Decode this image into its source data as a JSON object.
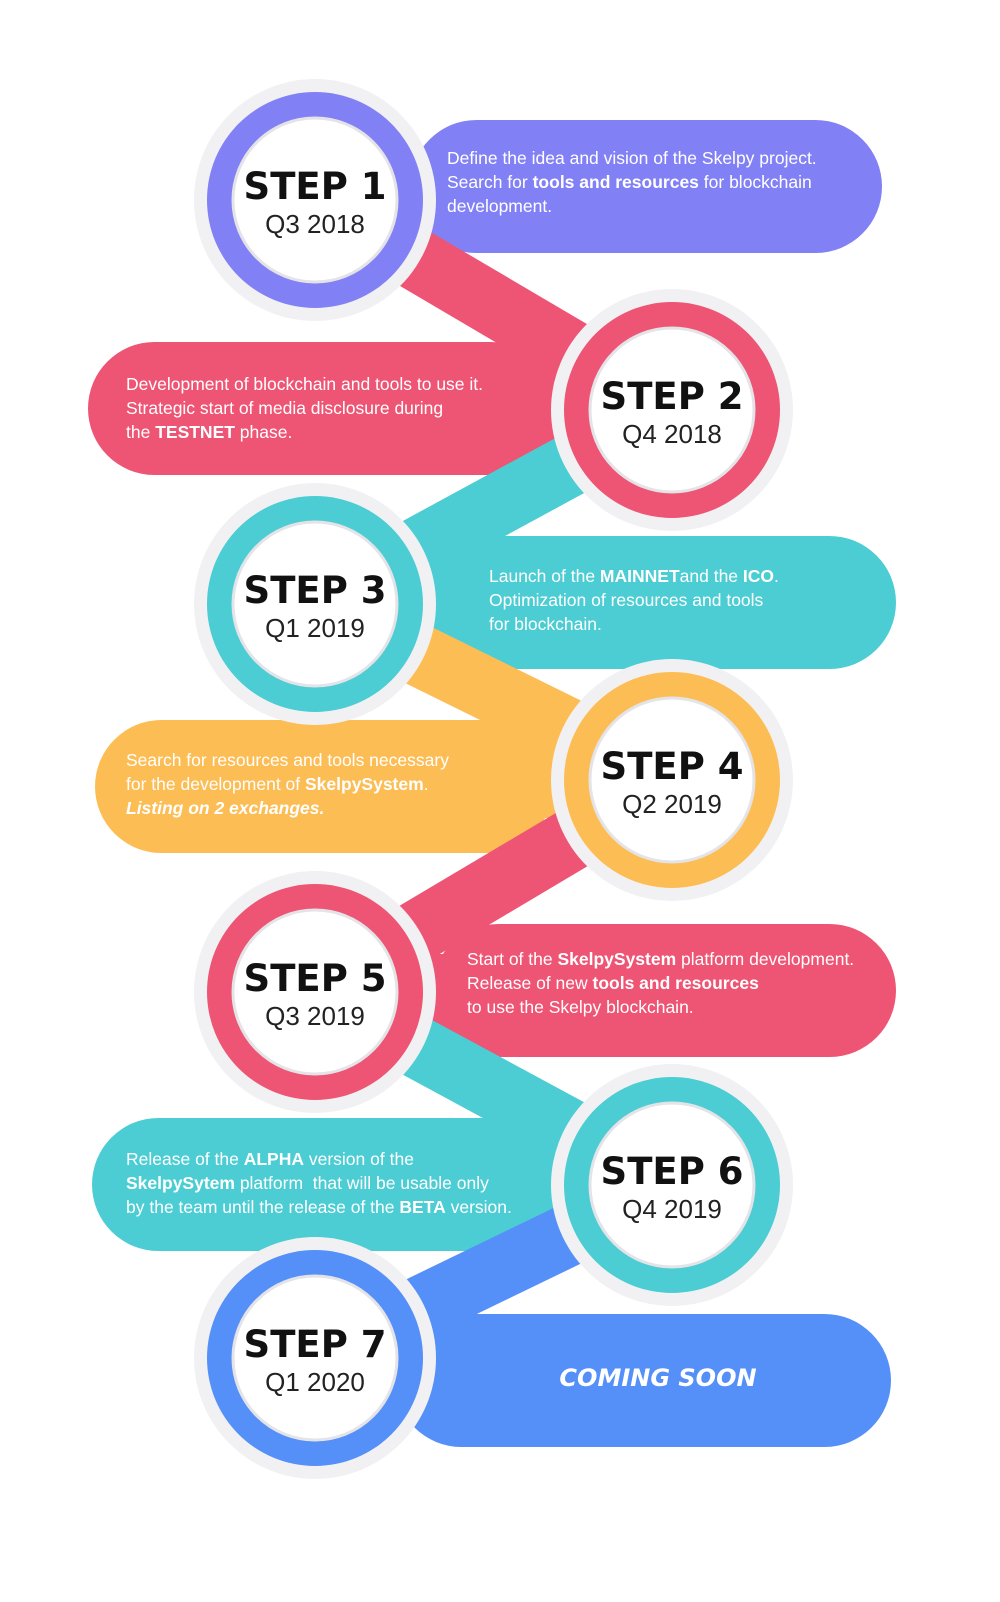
{
  "colors": {
    "step1": "#8280f5",
    "step2": "#ee5473",
    "step3": "#4ccdd3",
    "step4": "#fdbd55",
    "step5": "#ee5473",
    "step6": "#4ccdd3",
    "step7": "#5590f8",
    "halo": "#f1f1f3",
    "disc": "#ffffff"
  },
  "steps": [
    {
      "title": "STEP 1",
      "date": "Q3 2018",
      "lines": [
        [
          {
            "t": "Define the idea and vision of the Skelpy project."
          }
        ],
        [
          {
            "t": "Search for "
          },
          {
            "t": "tools and resources",
            "b": true
          },
          {
            "t": " for blockchain"
          }
        ],
        [
          {
            "t": "development."
          }
        ]
      ]
    },
    {
      "title": "STEP 2",
      "date": "Q4 2018",
      "lines": [
        [
          {
            "t": "Development of blockchain and tools to use it."
          }
        ],
        [
          {
            "t": "Strategic start of media disclosure during"
          }
        ],
        [
          {
            "t": "the "
          },
          {
            "t": "TESTNET",
            "b": true
          },
          {
            "t": " phase."
          }
        ]
      ]
    },
    {
      "title": "STEP 3",
      "date": "Q1 2019",
      "lines": [
        [
          {
            "t": "Launch of the "
          },
          {
            "t": "MAINNET",
            "b": true
          },
          {
            "t": "and the "
          },
          {
            "t": "ICO",
            "b": true
          },
          {
            "t": "."
          }
        ],
        [
          {
            "t": "Optimization of resources and tools"
          }
        ],
        [
          {
            "t": "for blockchain."
          }
        ]
      ]
    },
    {
      "title": "STEP 4",
      "date": "Q2 2019",
      "lines": [
        [
          {
            "t": "Search for resources and tools necessary"
          }
        ],
        [
          {
            "t": "for the development of "
          },
          {
            "t": "SkelpySystem",
            "b": true
          },
          {
            "t": "."
          }
        ],
        [
          {
            "t": "Listing on 2 exchanges.",
            "i": true
          }
        ]
      ]
    },
    {
      "title": "STEP 5",
      "date": "Q3 2019",
      "lines": [
        [
          {
            "t": "Start of the "
          },
          {
            "t": "SkelpySystem",
            "b": true
          },
          {
            "t": " platform development."
          }
        ],
        [
          {
            "t": "Release of new "
          },
          {
            "t": "tools and resources",
            "b": true
          }
        ],
        [
          {
            "t": "to use the Skelpy blockchain."
          }
        ]
      ]
    },
    {
      "title": "STEP 6",
      "date": "Q4 2019",
      "lines": [
        [
          {
            "t": "Release of the "
          },
          {
            "t": "ALPHA",
            "b": true
          },
          {
            "t": " version of the"
          }
        ],
        [
          {
            "t": "SkelpySytem",
            "b": true
          },
          {
            "t": " platform  that will be usable only"
          }
        ],
        [
          {
            "t": "by the team until the release of the "
          },
          {
            "t": "BETA",
            "b": true
          },
          {
            "t": " version."
          }
        ]
      ]
    },
    {
      "title": "STEP 7",
      "date": "Q1 2020",
      "coming": "COMING SOON"
    }
  ]
}
